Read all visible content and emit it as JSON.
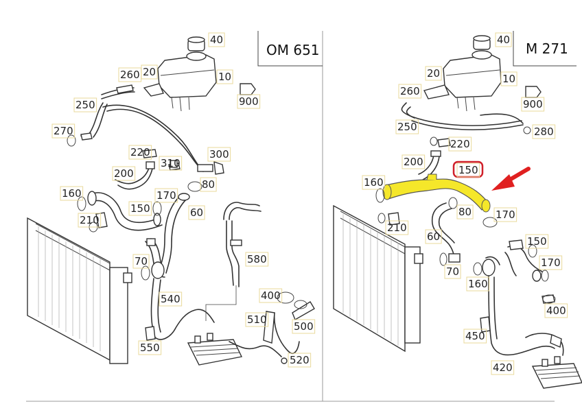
{
  "panels": [
    {
      "engine_code": "OM 651",
      "parts": [
        "40",
        "260",
        "20",
        "10",
        "250",
        "900",
        "270",
        "220",
        "300",
        "310",
        "200",
        "80",
        "160",
        "170",
        "150",
        "60",
        "210",
        "580",
        "70",
        "540",
        "400",
        "510",
        "500",
        "550",
        "520"
      ]
    },
    {
      "engine_code": "M 271",
      "parts": [
        "40",
        "20",
        "10",
        "260",
        "900",
        "250",
        "280",
        "220",
        "200",
        "150",
        "160",
        "80",
        "170",
        "210",
        "60",
        "150",
        "70",
        "170",
        "160",
        "400",
        "450",
        "420"
      ]
    }
  ],
  "highlight": {
    "part": "150",
    "hose_color": "#f5e72a",
    "ring_color": "#d0202a",
    "arrow_color": "#e02020"
  }
}
